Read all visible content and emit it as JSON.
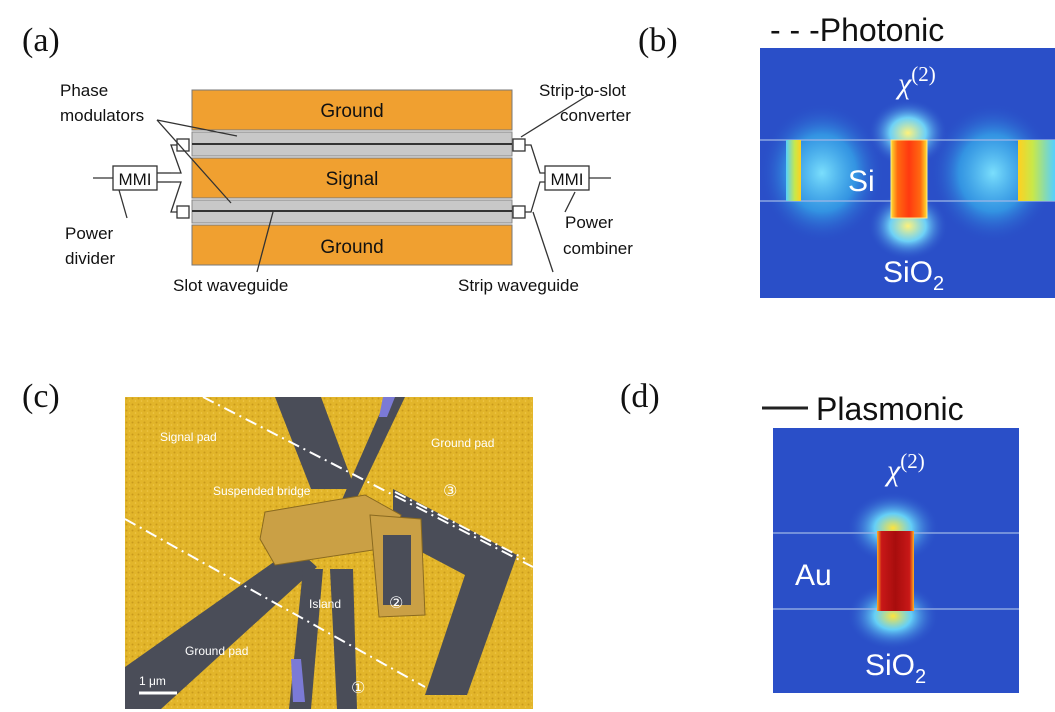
{
  "panels": {
    "a": {
      "label": "(a)",
      "electrodes": {
        "top": "Ground",
        "middle": "Signal",
        "bottom": "Ground"
      },
      "mmi_left": "MMI",
      "mmi_right": "MMI",
      "annotations": {
        "phase_modulators": [
          "Phase",
          "modulators"
        ],
        "strip_to_slot": [
          "Strip-to-slot",
          "converter"
        ],
        "power_divider": [
          "Power",
          "divider"
        ],
        "power_combiner": [
          "Power",
          "combiner"
        ],
        "slot_waveguide": "Slot waveguide",
        "strip_waveguide": "Strip waveguide"
      }
    },
    "b": {
      "label": "(b)",
      "legend": "- - -Photonic",
      "chi_base": "χ",
      "chi_exp": "(2)",
      "si": "Si",
      "sio2_base": "SiO",
      "sio2_sub": "2"
    },
    "c": {
      "label": "(c)",
      "signal_pad": "Signal pad",
      "ground_pad_top": "Ground pad",
      "ground_pad_bottom": "Ground pad",
      "suspended_bridge": "Suspended bridge",
      "island": "Island",
      "marker_1": "①",
      "marker_2": "②",
      "marker_3": "③",
      "scale_bar": "1 μm"
    },
    "d": {
      "label": "(d)",
      "legend": "Plasmonic",
      "chi_base": "χ",
      "chi_exp": "(2)",
      "au": "Au",
      "sio2_base": "SiO",
      "sio2_sub": "2"
    }
  },
  "colors": {
    "electrode": "#f0a030",
    "waveguide": "#c8c8c8",
    "field_background": "#2a4fc8",
    "gold_pad": "#e6b428",
    "substrate": "#4a4d58"
  }
}
